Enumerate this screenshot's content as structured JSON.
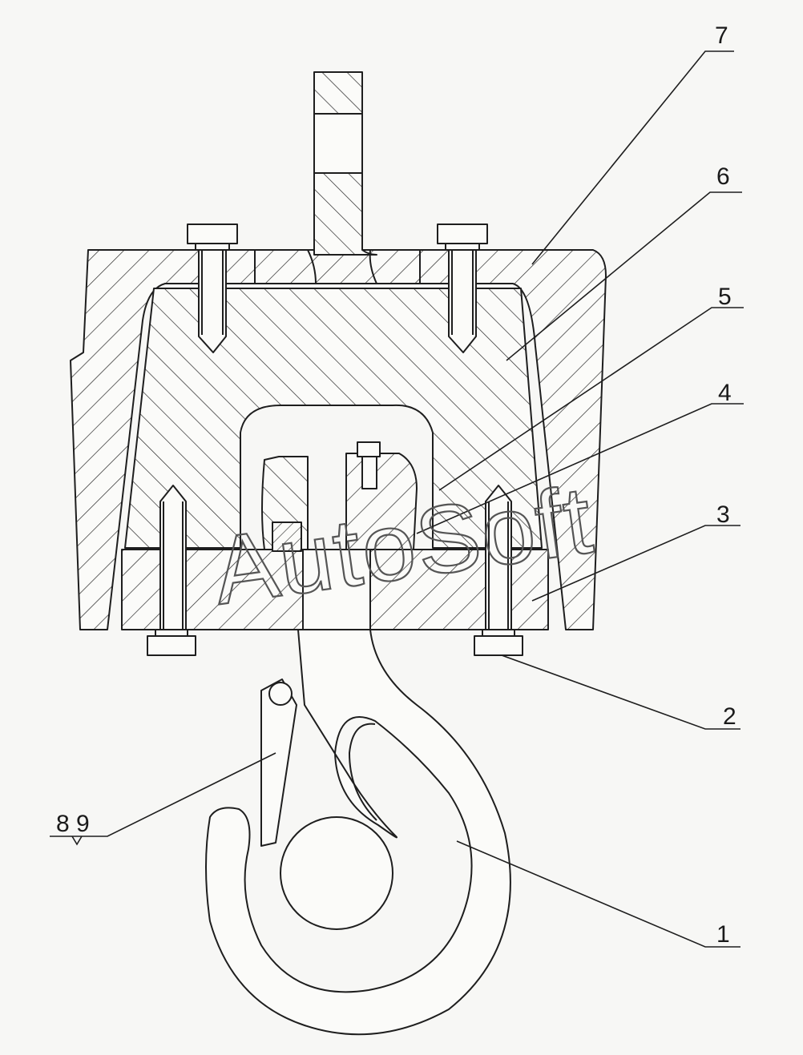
{
  "callouts": {
    "c1": "1",
    "c2": "2",
    "c3": "3",
    "c4": "4",
    "c5": "5",
    "c6": "6",
    "c7": "7",
    "c89": "8 9"
  },
  "watermark": "AutoSoft",
  "colors": {
    "line": "#1e1e1e",
    "paper": "#f7f7f5"
  }
}
